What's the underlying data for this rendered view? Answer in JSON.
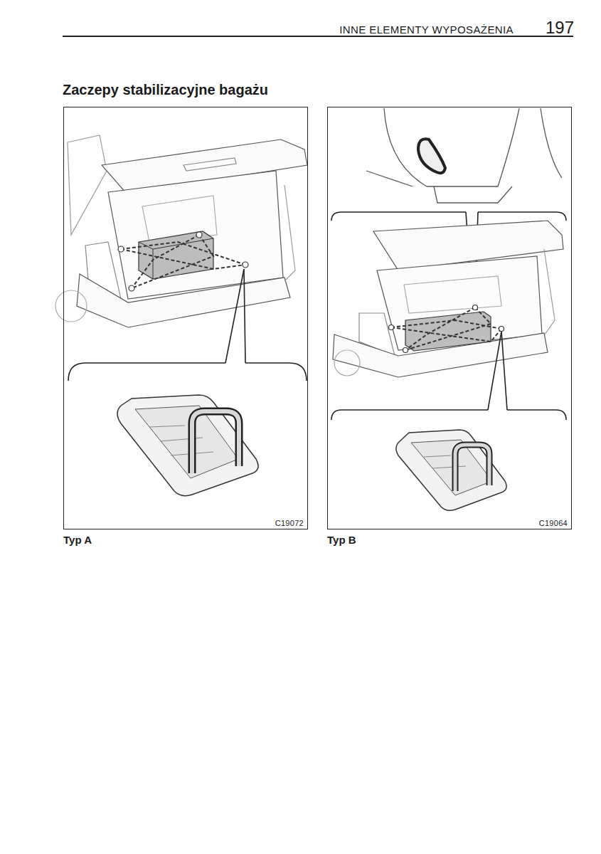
{
  "diagram": {
    "title": "Zaczepy stabilizacyjne bagażu",
    "nodes": [
      {
        "text": [
          "C19072",
          "Typ A"
        ]
      },
      {
        "text": [
          "C19064",
          "Typ B"
        ]
      }
    ],
    "labels": [
      "INNE ELEMENTY WYPOSAŻENIA",
      "197"
    ]
  }
}
